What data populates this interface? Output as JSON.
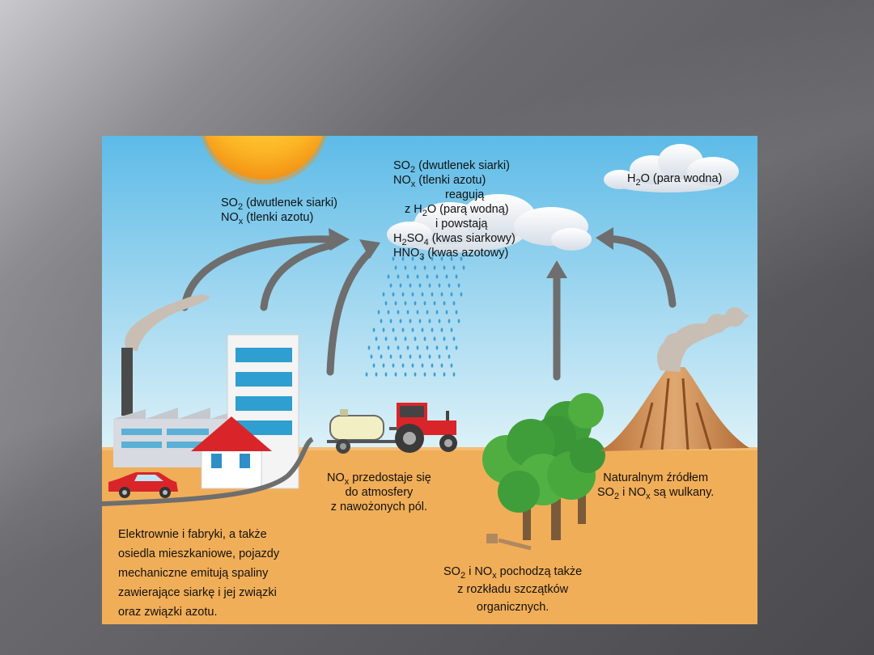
{
  "diagram": {
    "top_left_label": {
      "line1_a": "SO",
      "line1_sub": "2",
      "line1_b": " (dwutlenek siarki)",
      "line2_a": "NO",
      "line2_sub": "x",
      "line2_b": " (tlenki azotu)"
    },
    "cloud_label": {
      "l1_a": "SO",
      "l1_sub": "2",
      "l1_b": " (dwutlenek siarki)",
      "l2_a": "NO",
      "l2_sub": "x",
      "l2_b": " (tlenki azotu)",
      "l3": "reagują",
      "l4_a": "z H",
      "l4_sub": "2",
      "l4_b": "O (parą wodną)",
      "l5": "i powstają",
      "l6_a": "H",
      "l6_sub1": "2",
      "l6_b": "SO",
      "l6_sub2": "4",
      "l6_c": " (kwas siarkowy)",
      "l7_a": "HNO",
      "l7_sub": "3",
      "l7_b": " (kwas azotowy)"
    },
    "water_label": {
      "a": "H",
      "sub": "2",
      "b": "O (para wodna)"
    },
    "tractor_label": {
      "l1_a": "NO",
      "l1_sub": "x",
      "l1_b": " przedostaje się",
      "l2": "do atmosfery",
      "l3": "z nawożonych pól."
    },
    "volcano_label": {
      "l1": "Naturalnym źródłem",
      "l2_a": "SO",
      "l2_sub": "2",
      "l2_b": " i NO",
      "l2_sub2": "x",
      "l2_c": " są wulkany."
    },
    "factory_label": {
      "l1": "Elektrownie i fabryki, a także",
      "l2": "osiedla mieszkaniowe, pojazdy",
      "l3": "mechaniczne emitują spaliny",
      "l4": "zawierające siarkę i jej związki",
      "l5": "oraz związki azotu."
    },
    "trees_label": {
      "l1_a": "SO",
      "l1_sub": "2",
      "l1_b": " i NO",
      "l1_sub2": "x",
      "l1_c": " pochodzą także",
      "l2": "z rozkładu szczątków",
      "l3": "organicznych."
    },
    "colors": {
      "sky_top": "#62bde8",
      "sky_bottom": "#d3eef7",
      "ground": "#f1ae58",
      "arrow": "#6f6f6f",
      "sun": "#f7a81b",
      "rain": "#3a9fd8",
      "car": "#d9252a",
      "roof": "#d9252a"
    }
  }
}
